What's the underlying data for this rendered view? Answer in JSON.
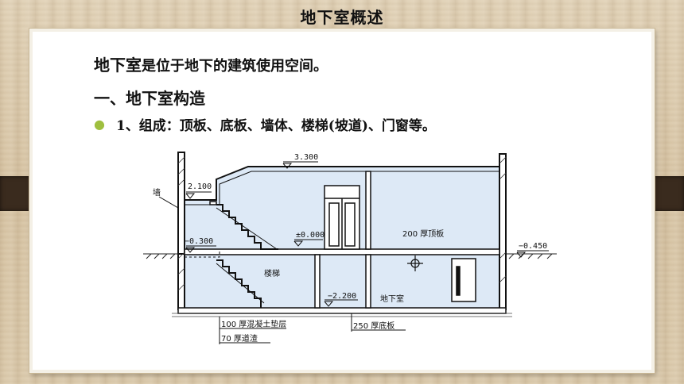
{
  "slide": {
    "title": "地下室概述",
    "intro_bold": "地下室",
    "intro_rest": "是位于地下的建筑使用空间。",
    "heading": "一、地下室构造",
    "bullet": "1、组成：顶板、底板、墙体、楼梯(坡道)、门窗等。",
    "bullet_color": "#9fbf3f"
  },
  "diagram": {
    "labels": {
      "wall": "墙",
      "elev_top": "3.300",
      "elev_left_upper": "2.100",
      "elev_left_lower": "−0.300",
      "elev_floor": "±0.000",
      "elev_right": "−0.450",
      "elev_basement": "−2.200",
      "stairs": "楼梯",
      "roof_slab": "200 厚顶板",
      "basement": "地下室",
      "cushion": "100 厚混凝土垫层",
      "ballast": "70 厚道渣",
      "base_slab": "250 厚底板"
    },
    "fill_color": "#dde9f6"
  }
}
